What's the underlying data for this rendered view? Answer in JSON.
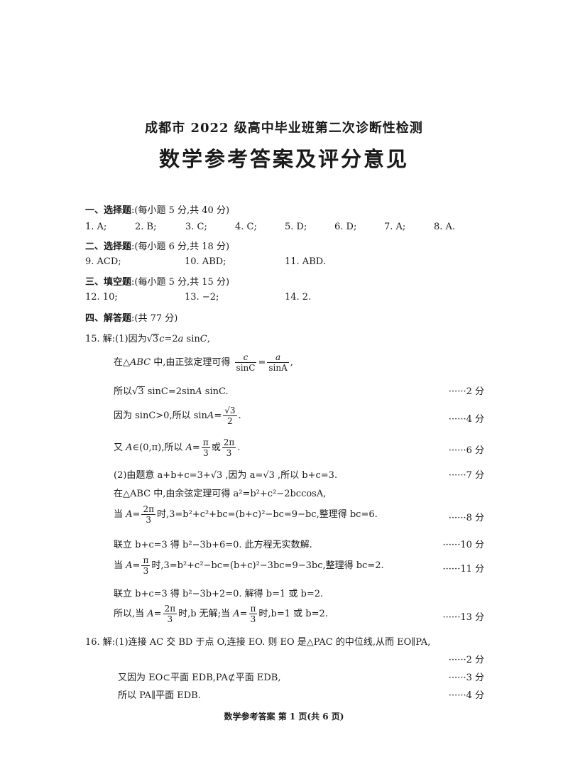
{
  "header": {
    "title_top": "成都市 2022 级高中毕业班第二次诊断性检测",
    "title_main": "数学参考答案及评分意见"
  },
  "section1": {
    "title": "一、选择题",
    "note": ":(每小题 5 分,共 40 分)",
    "answers": [
      "1. A;",
      "2. B;",
      "3. C;",
      "4. C;",
      "5. D;",
      "6. D;",
      "7. A;",
      "8. A."
    ]
  },
  "section2": {
    "title": "二、选择题",
    "note": ":(每小题 6 分,共 18 分)",
    "answers": [
      "9.  ACD;",
      "10. ABD;",
      "11. ABD."
    ]
  },
  "section3": {
    "title": "三、填空题",
    "note": ":(每小题 5 分,共 15 分)",
    "answers": [
      "12.  10;",
      "13. −2;",
      "14.  2."
    ]
  },
  "section4": {
    "title": "四、解答题",
    "note": ":(共 77 分)"
  },
  "q15": {
    "l1_a": "15. 解:(1)因为",
    "l1_b": "3",
    "l1_c": "c",
    "l1_d": "=2",
    "l1_e": "a",
    "l1_f": " sin",
    "l1_g": "C",
    "l1_h": ",",
    "l2_a": "在△",
    "l2_b": "ABC",
    "l2_c": " 中,由正弦定理可得",
    "l2_num1": "c",
    "l2_den1": "sinC",
    "l2_eq": "=",
    "l2_num2": "a",
    "l2_den2": "sinA",
    "l2_end": ",",
    "l3_a": "所以",
    "l3_b": "3",
    "l3_c": " sinC=2sin",
    "l3_d": "A",
    "l3_e": " sinC.",
    "l3_score": "······2 分",
    "l4_a": "因为 sinC>0,所以 sin",
    "l4_b": "A",
    "l4_c": "=",
    "l4_num": "√3",
    "l4_den": "2",
    "l4_end": ".",
    "l4_score": "······4 分",
    "l5_a": "又 ",
    "l5_b": "A",
    "l5_c": "∈(0,π),所以 ",
    "l5_d": "A",
    "l5_e": "=",
    "l5_num1": "π",
    "l5_den1": "3",
    "l5_or": "或",
    "l5_num2": "2π",
    "l5_den2": "3",
    "l5_end": ".",
    "l5_score": "······6 分",
    "l6_text": "(2)由题意 a+b+c=3+√3 ,因为 a=√3 ,所以 b+c=3.",
    "l6_score": "······7 分",
    "l7_text": "在△ABC 中,由余弦定理可得 a²=b²+c²−2bccosA,",
    "l8_a": "当 ",
    "l8_b": "A",
    "l8_c": "=",
    "l8_num": "2π",
    "l8_den": "3",
    "l8_d": "时,3=b²+c²+bc=(b+c)²−bc=9−bc,整理得 bc=6.",
    "l8_score": "······8 分",
    "l9_text": "联立 b+c=3 得 b²−3b+6=0. 此方程无实数解.",
    "l9_score": "······10 分",
    "l10_a": "当 ",
    "l10_b": "A",
    "l10_c": "=",
    "l10_num": "π",
    "l10_den": "3",
    "l10_d": "时,3=b²+c²−bc=(b+c)²−3bc=9−3bc,整理得 bc=2.",
    "l10_score": "······11 分",
    "l11_text": "联立 b+c=3 得 b²−3b+2=0. 解得 b=1 或 b=2.",
    "l12_a": "所以,当 ",
    "l12_b": "A",
    "l12_c": "=",
    "l12_num1": "2π",
    "l12_den1": "3",
    "l12_d": "时,b 无解;当 ",
    "l12_e": "A",
    "l12_f": "=",
    "l12_num2": "π",
    "l12_den2": "3",
    "l12_g": "时,b=1 或 b=2.",
    "l12_score": "······13 分"
  },
  "q16": {
    "l1_text": "16. 解:(1)连接 AC 交 BD 于点 O,连接 EO. 则 EO 是△PAC 的中位线,从而 EO∥PA,",
    "l2_score": "······2 分",
    "l3_text": "又因为 EO⊂平面 EDB,PA⊄平面 EDB,",
    "l3_score": "······3 分",
    "l4_text": "所以 PA∥平面 EDB.",
    "l4_score": "······4 分"
  },
  "footer": {
    "text": "数学参考答案   第 1 页(共 6 页)"
  }
}
